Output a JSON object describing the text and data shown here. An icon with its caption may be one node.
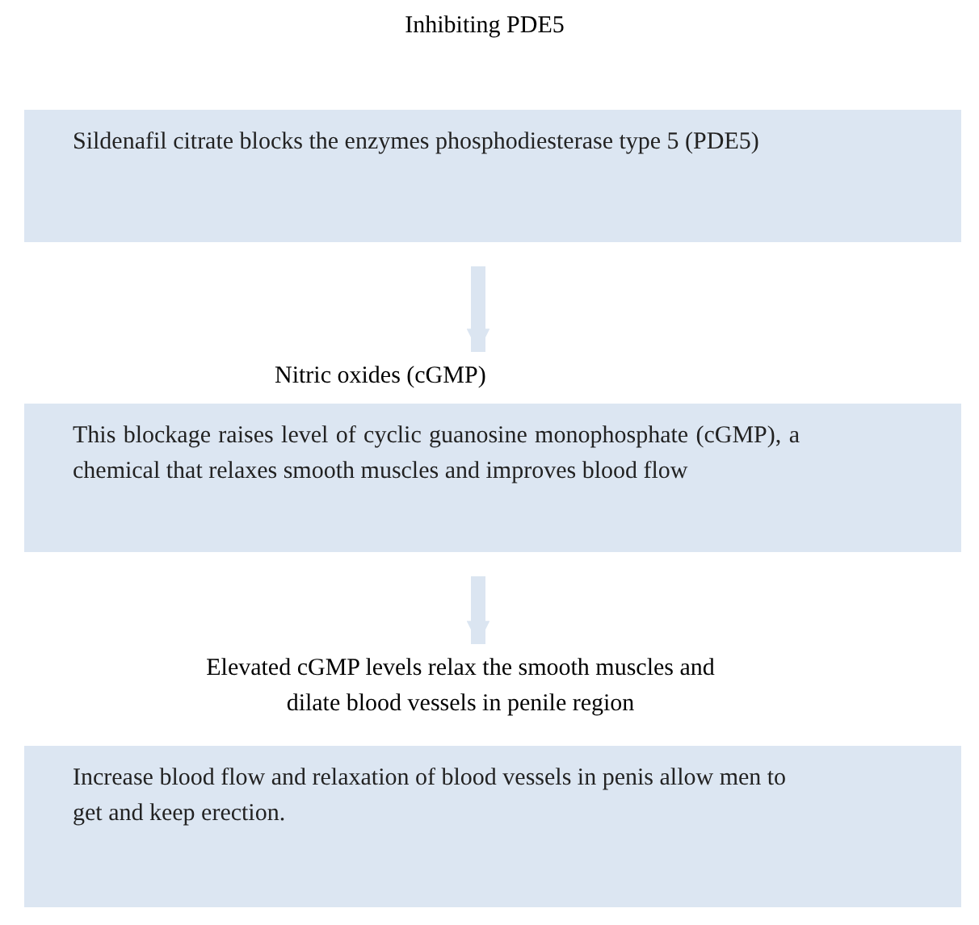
{
  "diagram": {
    "nodes": [
      {
        "text": [
          "Inhibiting PDE5",
          "Sildenafil citrate blocks the enzymes phosphodiesterase type 5 (PDE5)"
        ]
      },
      {
        "text": [
          "Nitric oxides (cGMP)",
          "This blockage raises level of cyclic guanosine monophosphate (cGMP), a chemical that relaxes smooth muscles and improves blood flow"
        ]
      },
      {
        "text": [
          "Elevated cGMP levels relax the smooth muscles and dilate blood vessels in penile region",
          "Increase blood flow and relaxation of blood vessels in penis allow men to get and keep erection."
        ]
      }
    ],
    "edges": [
      {
        "from": 0,
        "to": 1,
        "arrow": "to"
      },
      {
        "from": 1,
        "to": 2,
        "arrow": "to"
      }
    ]
  }
}
